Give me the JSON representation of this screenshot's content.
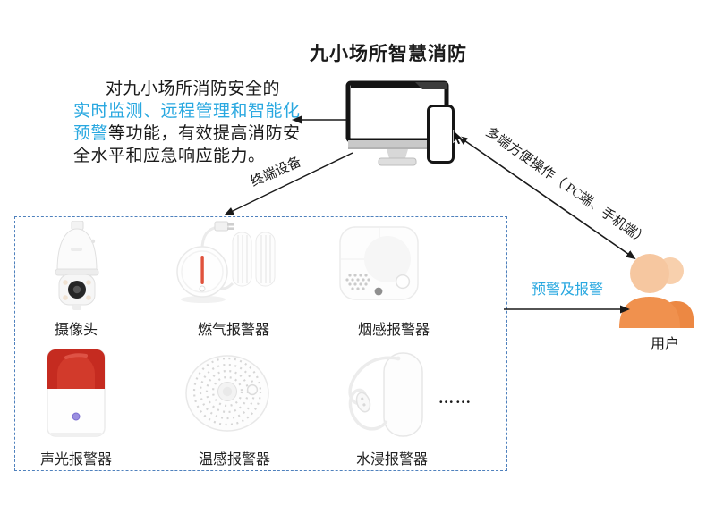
{
  "title": "九小场所智慧消防",
  "description": {
    "line1": "对九小场所消防安全的",
    "line2_highlight": "实时监测、远程管理和智能化",
    "line3_highlight": "预警",
    "line3_rest": "等功能，有效提高消防安",
    "line4": "全水平和应急响应能力。",
    "highlight_color": "#29a8e0"
  },
  "labels": {
    "terminal_devices": "终端设备",
    "multi_end": "多端方便操作（ PC端、手机端）",
    "alert": "预警及报警",
    "user": "用户",
    "more": "……"
  },
  "devices": {
    "row1": [
      {
        "label": "摄像头",
        "icon": "ptz-camera-icon"
      },
      {
        "label": "燃气报警器",
        "icon": "gas-alarm-icon"
      },
      {
        "label": "烟感报警器",
        "icon": "smoke-alarm-icon"
      }
    ],
    "row2": [
      {
        "label": "声光报警器",
        "icon": "sound-light-alarm-icon"
      },
      {
        "label": "温感报警器",
        "icon": "heat-alarm-icon"
      },
      {
        "label": "水浸报警器",
        "icon": "water-alarm-icon"
      }
    ]
  },
  "colors": {
    "highlight_blue": "#29a8e0",
    "box_border": "#4f81bd",
    "arrow_black": "#1a1a1a",
    "user_orange": "#f0914e",
    "alarm_red": "#c52b20"
  }
}
